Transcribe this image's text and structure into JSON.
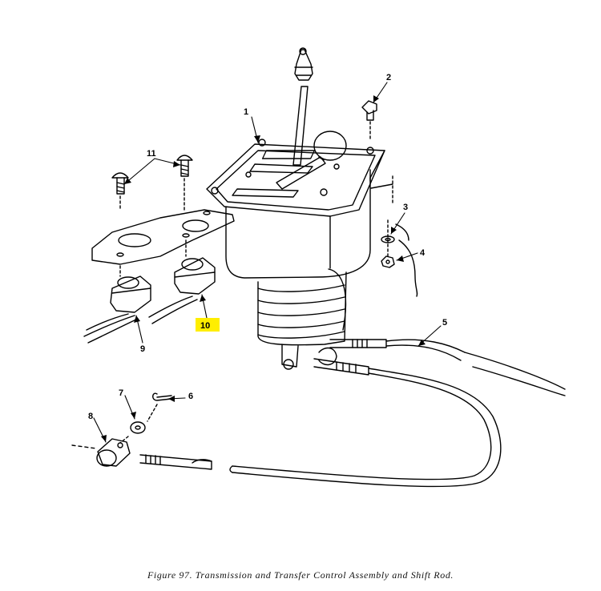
{
  "callouts": {
    "c1": "1",
    "c2": "2",
    "c3": "3",
    "c4": "4",
    "c5": "5",
    "c6": "6",
    "c7": "7",
    "c8": "8",
    "c9": "9",
    "c10": "10",
    "c11": "11"
  },
  "highlight_color": "#ffee00",
  "caption": "Figure 97.  Transmission and Transfer Control Assembly and Shift Rod."
}
